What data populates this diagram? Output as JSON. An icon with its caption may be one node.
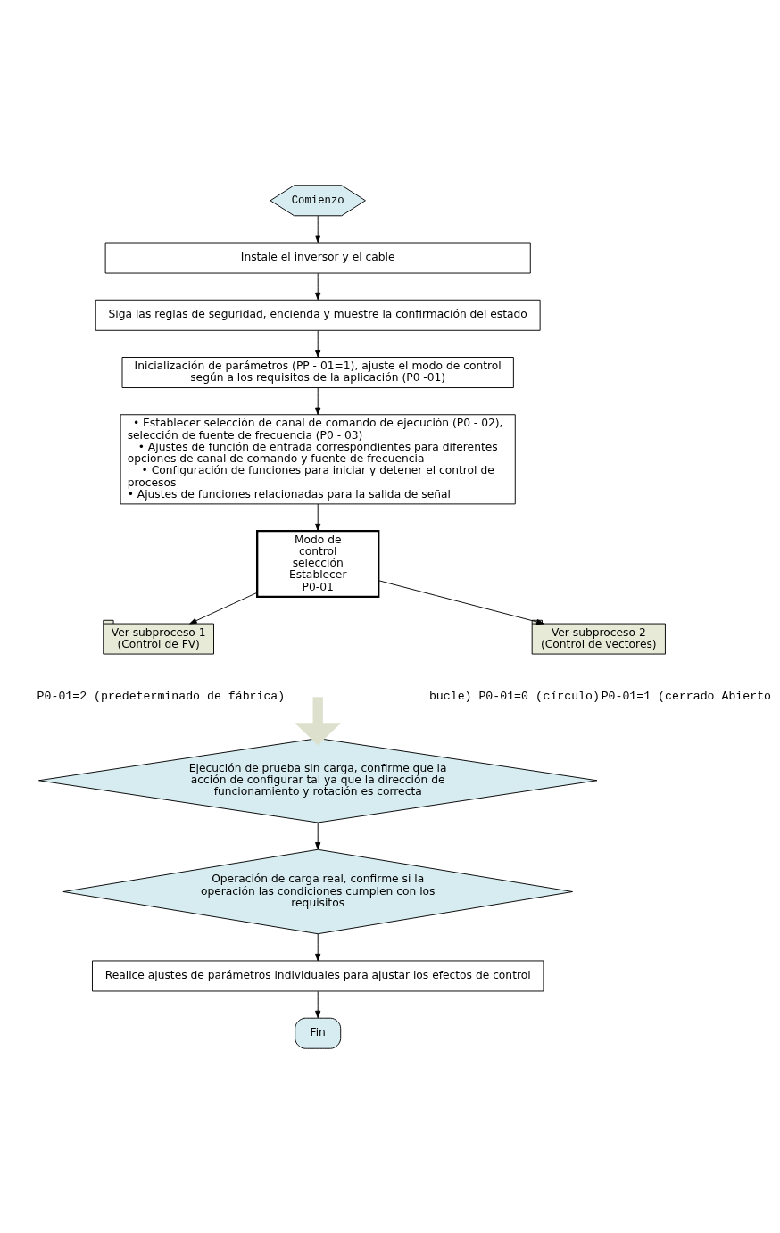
{
  "diagram": {
    "nodes": [
      {
        "text": [
          "Comienzo"
        ]
      },
      {
        "text": [
          "Instale el inversor y el cable"
        ]
      },
      {
        "text": [
          "Siga las reglas de seguridad, encienda y muestre la confirmación del estado"
        ]
      },
      {
        "text": [
          "Inicialización de parámetros (PP - 01=1), ajuste el modo de control según a los requisitos de la aplicación (P0 -01)"
        ]
      },
      {
        "text": [
          "• Establecer selección de canal de comando de ejecución (P0 - 02), selección de fuente de frecuencia (P0 - 03)",
          "• Ajustes de función de entrada correspondientes para diferentes opciones de canal de comando y fuente de frecuencia",
          "• Configuración de funciones para iniciar y detener el control de procesos",
          "• Ajustes de funciones relacionadas para la salida de señal"
        ]
      },
      {
        "text": [
          "Modo de control selección Establecer P0-01"
        ]
      },
      {
        "text": [
          "Ver subproceso 1",
          "(Control de FV)"
        ],
        "beside": [
          "P0-01=2 (predeterminado de fábrica)"
        ]
      },
      {
        "text": [
          "Ver subproceso 2",
          "(Control de vectores)"
        ],
        "beside": [
          "bucle) P0-01=0 (",
          "círculo)",
          "P0-01=1 (cerrado Abierto"
        ]
      },
      {
        "text": [
          "Ejecución de prueba sin carga, confirme que la acción de configurar tal ya que la dirección de funcionamiento y rotación es correcta"
        ]
      },
      {
        "text": [
          "Operación de carga real, confirme si la operación las condiciones cumplen con los requisitos"
        ]
      },
      {
        "text": [
          "Realice ajustes de parámetros individuales para ajustar los efectos de control"
        ]
      },
      {
        "text": [
          "Fin"
        ]
      }
    ],
    "edges": [
      {
        "from": 0,
        "to": 1,
        "arrow": "to"
      },
      {
        "from": 1,
        "to": 2,
        "arrow": "to"
      },
      {
        "from": 2,
        "to": 3,
        "arrow": "to"
      },
      {
        "from": 3,
        "to": 4,
        "arrow": "to"
      },
      {
        "from": 4,
        "to": 5,
        "arrow": "to"
      },
      {
        "from": 5,
        "to": 6,
        "arrow": "to"
      },
      {
        "from": 5,
        "to": 7,
        "arrow": "to"
      },
      {
        "from": null,
        "to": 8,
        "arrow": "to",
        "style": "thick",
        "color": "#dde0cc"
      },
      {
        "from": 8,
        "to": 9,
        "arrow": "to"
      },
      {
        "from": 9,
        "to": 10,
        "arrow": "to"
      },
      {
        "from": 10,
        "to": 11,
        "arrow": "to"
      }
    ]
  }
}
